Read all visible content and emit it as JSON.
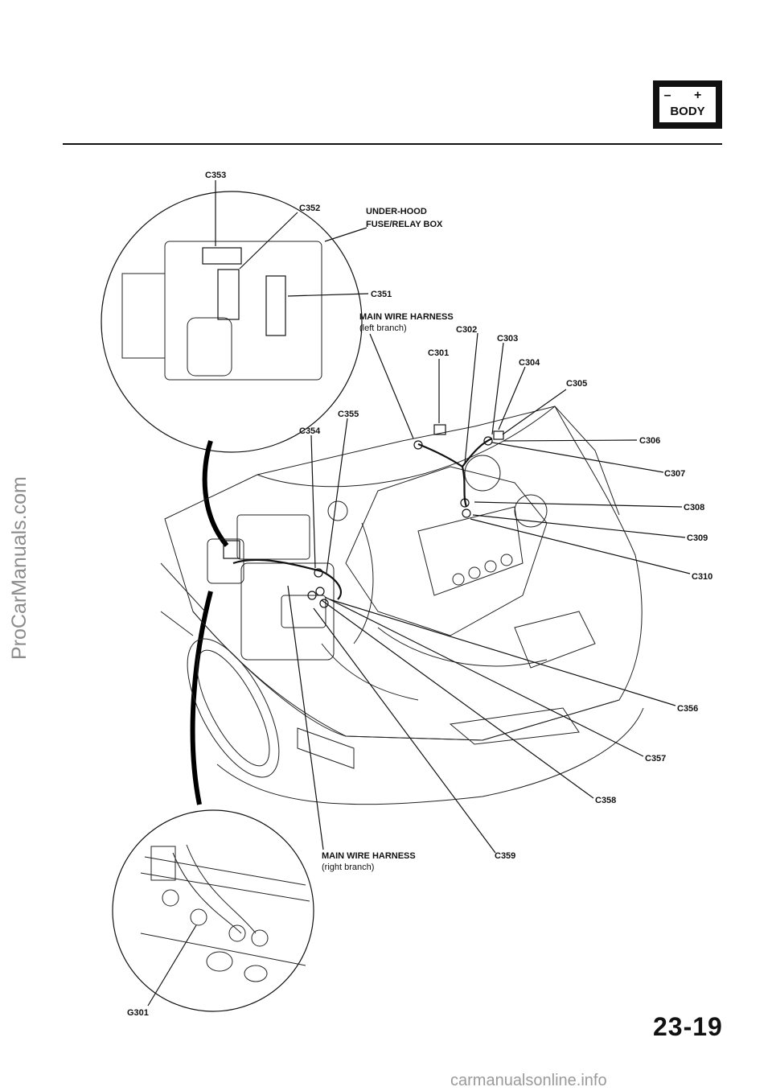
{
  "badge": {
    "signs": "– +",
    "label": "BODY"
  },
  "watermarks": {
    "side": "ProCarManuals.com",
    "bottom": "carmanualsonline.info"
  },
  "page_number": "23-19",
  "labels": {
    "c353": "C353",
    "c352": "C352",
    "c351": "C351",
    "fuse_box_l1": "UNDER-HOOD",
    "fuse_box_l2": "FUSE/RELAY BOX",
    "harness_left_l1": "MAIN WIRE HARNESS",
    "harness_left_l2": "(left branch)",
    "c301": "C301",
    "c302": "C302",
    "c303": "C303",
    "c304": "C304",
    "c305": "C305",
    "c306": "C306",
    "c307": "C307",
    "c308": "C308",
    "c309": "C309",
    "c310": "C310",
    "c354": "C354",
    "c355": "C355",
    "c356": "C356",
    "c357": "C357",
    "c358": "C358",
    "c359": "C359",
    "harness_right_l1": "MAIN WIRE HARNESS",
    "harness_right_l2": "(right branch)",
    "g301": "G301"
  }
}
